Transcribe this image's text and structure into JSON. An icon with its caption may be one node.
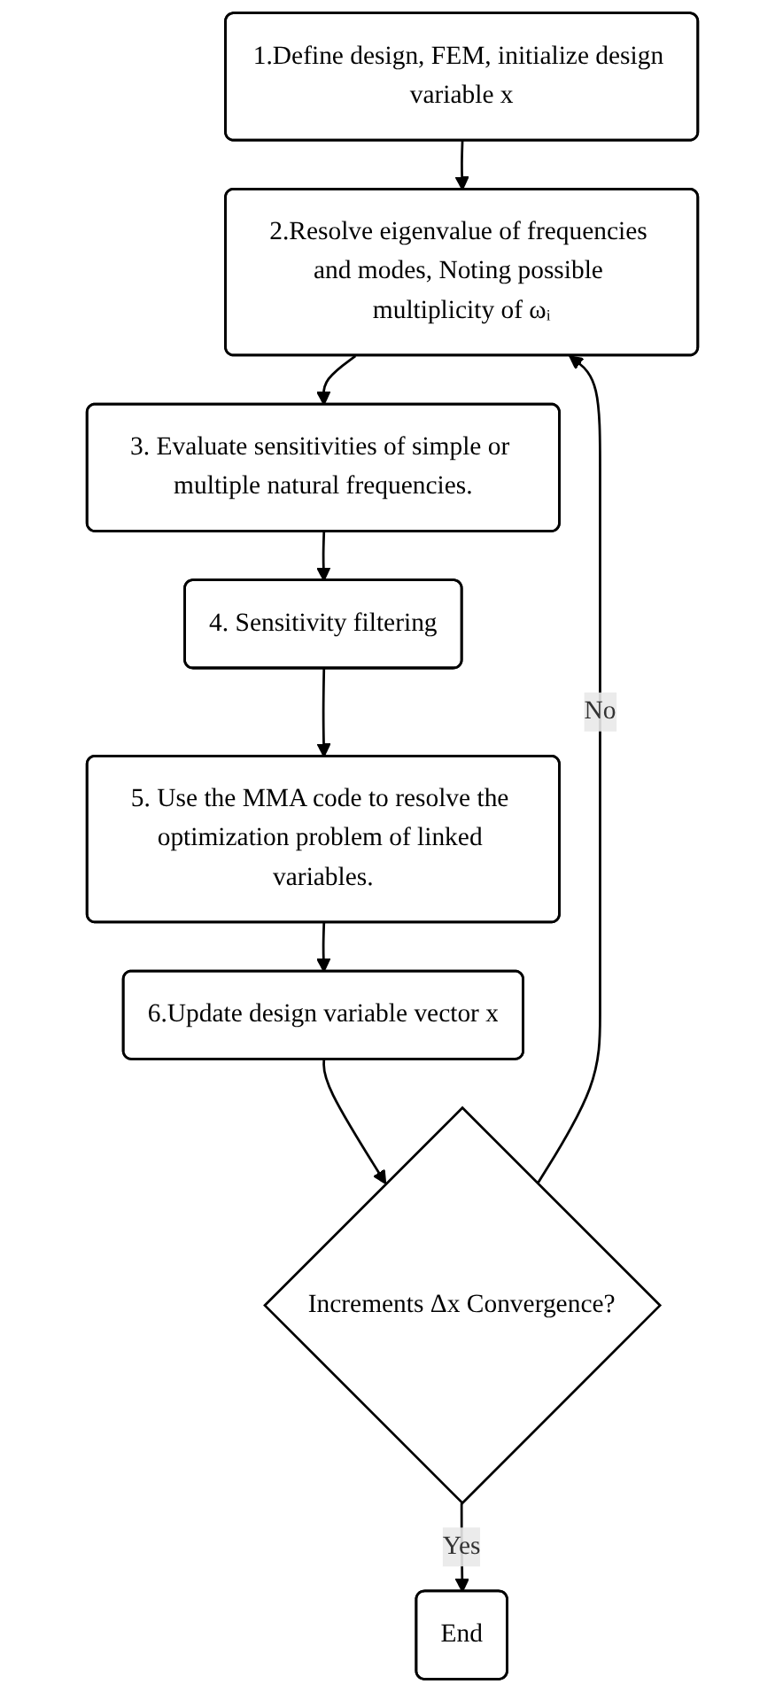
{
  "diagram": {
    "nodes": [
      {
        "text": [
          "1.Define design, FEM, initialize design variable x"
        ]
      },
      {
        "text": [
          "2.Resolve eigenvalue of frequencies and modes, Noting possible multiplicity of ωᵢ"
        ]
      },
      {
        "text": [
          "3. Evaluate sensitivities of simple or multiple natural frequencies."
        ]
      },
      {
        "text": [
          "4. Sensitivity filtering"
        ]
      },
      {
        "text": [
          "5. Use the MMA code to resolve the optimization problem of linked variables."
        ]
      },
      {
        "text": [
          "6.Update design variable vector x"
        ]
      },
      {
        "text": [
          "Increments Δx Convergence?"
        ]
      },
      {
        "text": [
          "End"
        ]
      }
    ],
    "edges": [
      {
        "from": 0,
        "to": 1,
        "arrow": "to"
      },
      {
        "from": 1,
        "to": 2,
        "arrow": "to"
      },
      {
        "from": 2,
        "to": 3,
        "arrow": "to"
      },
      {
        "from": 3,
        "to": 4,
        "arrow": "to"
      },
      {
        "from": 4,
        "to": 5,
        "arrow": "to"
      },
      {
        "from": 5,
        "to": 6,
        "arrow": "to"
      },
      {
        "from": 6,
        "to": 1,
        "arrow": "to",
        "label": "No"
      },
      {
        "from": 6,
        "to": 7,
        "arrow": "to",
        "label": "Yes"
      }
    ]
  }
}
